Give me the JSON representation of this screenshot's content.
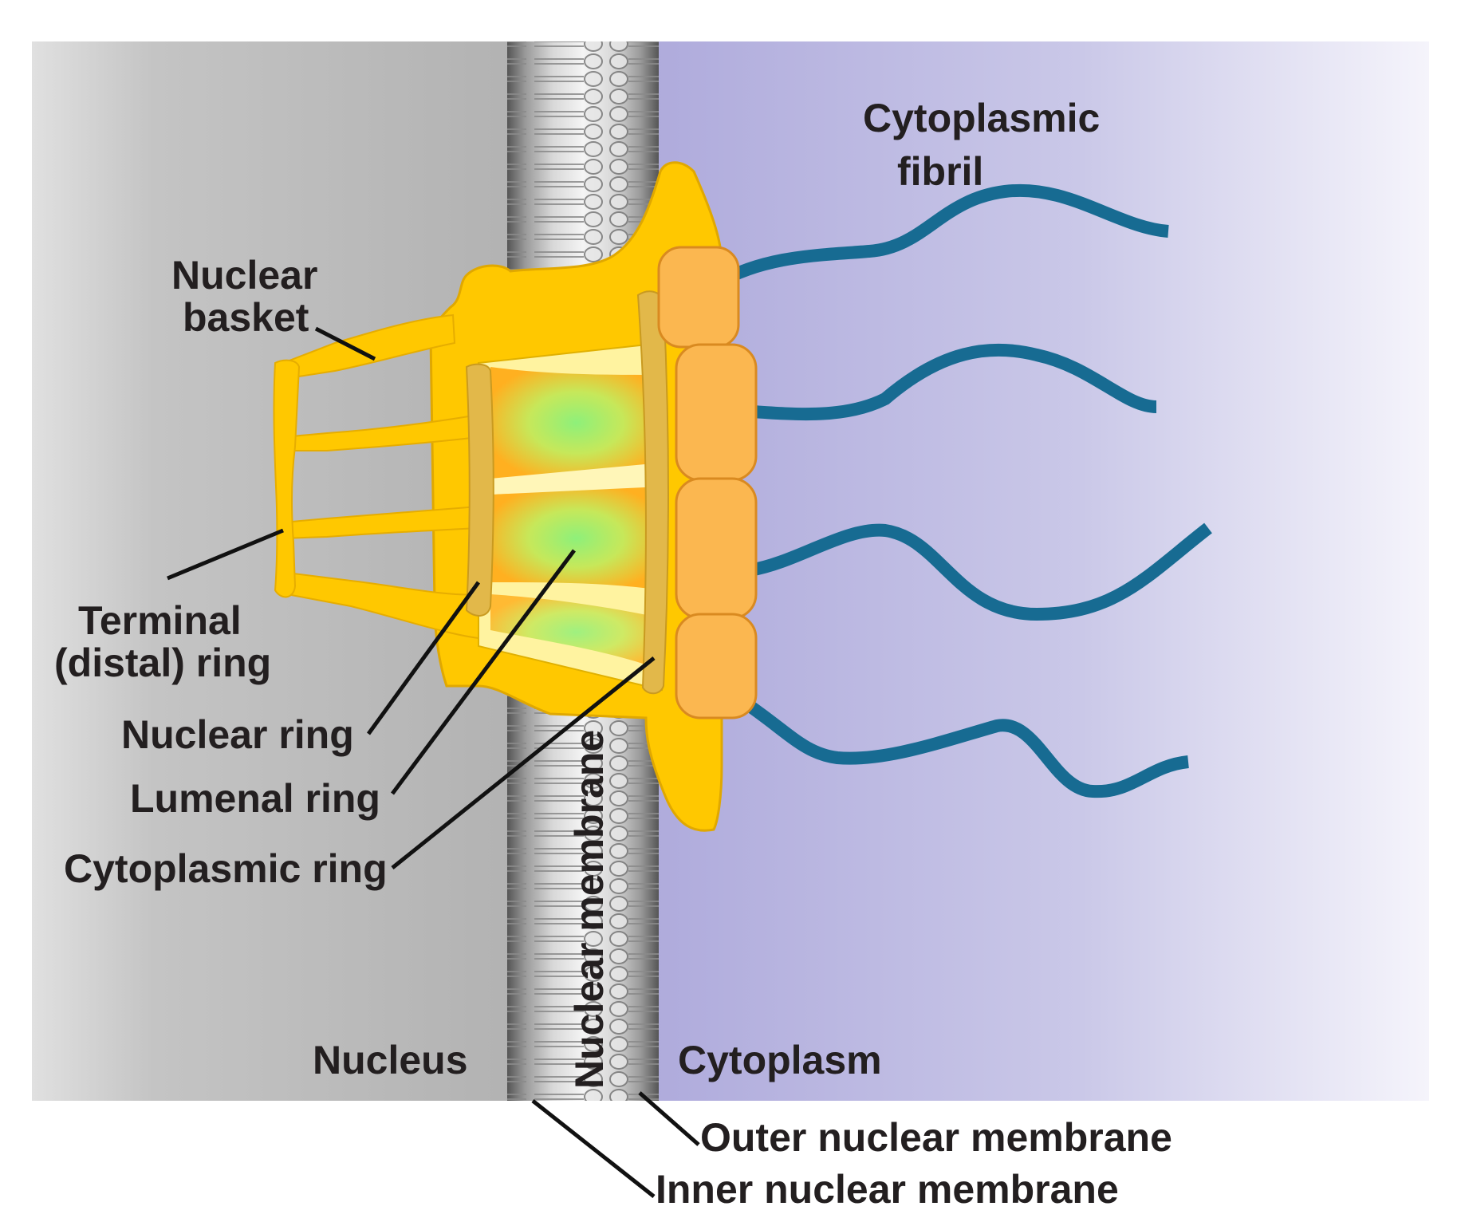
{
  "diagram": {
    "labels": {
      "nuclear_basket_line1": "Nuclear",
      "nuclear_basket_line2": "basket",
      "terminal_ring_line1": "Terminal",
      "terminal_ring_line2": "(distal) ring",
      "nuclear_ring": "Nuclear ring",
      "lumenal_ring": "Lumenal ring",
      "cytoplasmic_ring": "Cytoplasmic ring",
      "cytoplasmic_fibril_line1": "Cytoplasmic",
      "cytoplasmic_fibril_line2": "fibril",
      "nucleus": "Nucleus",
      "nuclear_membrane": "Nuclear membrane",
      "cytoplasm": "Cytoplasm",
      "outer_nuclear_membrane": "Outer nuclear membrane",
      "inner_nuclear_membrane": "Inner nuclear membrane"
    },
    "colors": {
      "nucleus_gray": "#b9b9b9",
      "cytoplasm_lavender": "#b3b0dc",
      "pore_yellow": "#ffc800",
      "ring_orange": "#fbb750",
      "channel_green": "#8ef07a",
      "fibril_blue": "#176b92",
      "membrane_gray": "#8a8a8a"
    }
  }
}
